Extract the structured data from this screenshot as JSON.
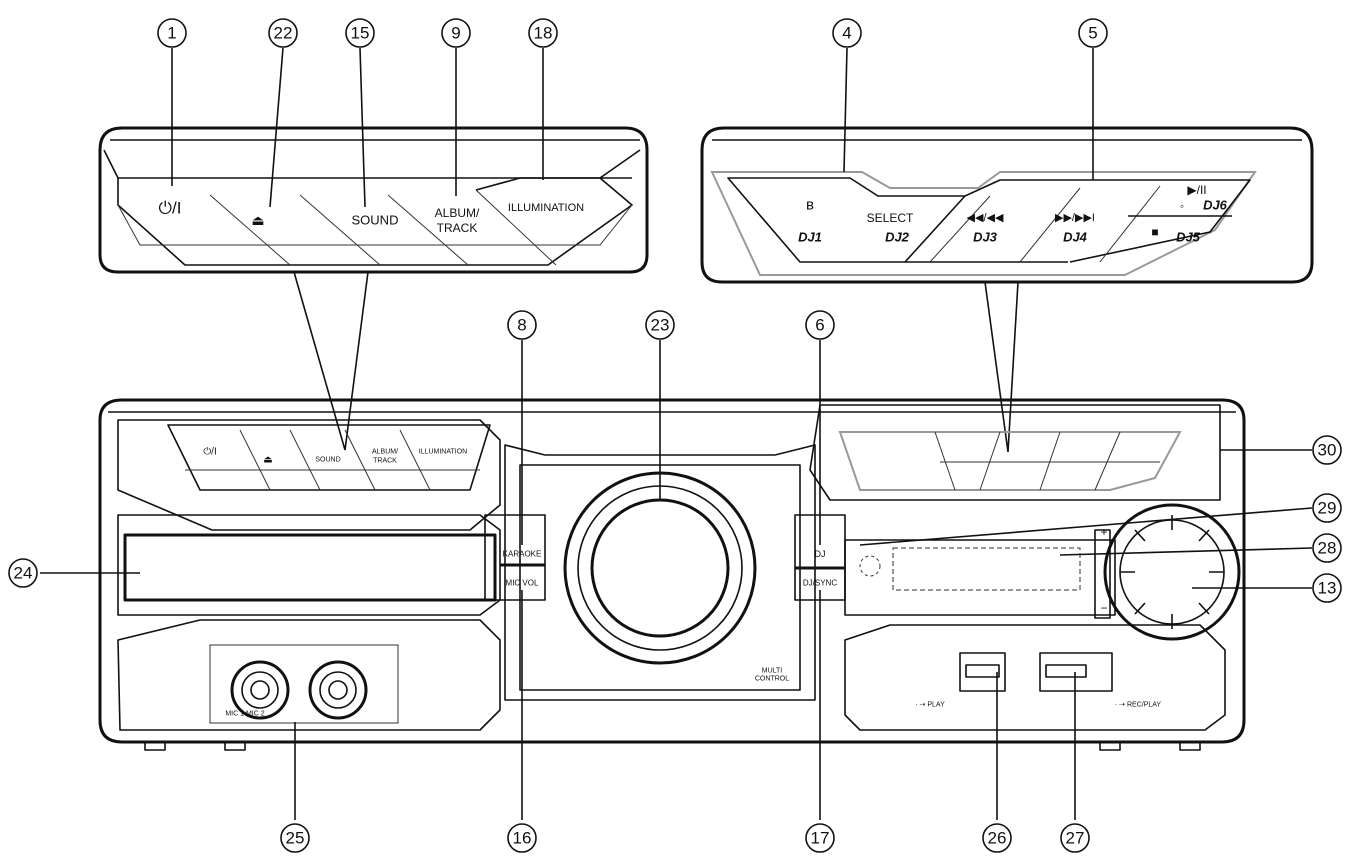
{
  "callouts": {
    "c1": "1",
    "c22": "22",
    "c15": "15",
    "c9": "9",
    "c18": "18",
    "c4": "4",
    "c5": "5",
    "c8": "8",
    "c23": "23",
    "c6": "6",
    "c30": "30",
    "c29": "29",
    "c28": "28",
    "c13": "13",
    "c24": "24",
    "c25": "25",
    "c16": "16",
    "c17": "17",
    "c26": "26",
    "c27": "27"
  },
  "top_left_panel": {
    "power": "⏻/I",
    "eject": "⏏",
    "sound": "SOUND",
    "album_line1": "ALBUM/",
    "album_line2": "TRACK",
    "illumination": "ILLUMINATION"
  },
  "top_right_panel": {
    "bt": "ʙ",
    "select": "SELECT",
    "dj1": "DJ1",
    "dj2": "DJ2",
    "dj3": "DJ3",
    "dj4": "DJ4",
    "dj5": "DJ5",
    "dj6": "DJ6",
    "rew": "◀◀/◀◀",
    "ff": "▶▶/▶▶I",
    "play": "▶/II",
    "stop": "■",
    "dot": "◦"
  },
  "front_panel": {
    "power": "⏻/I",
    "eject": "⏏",
    "sound": "SOUND",
    "album_line1": "ALBUM/",
    "album_line2": "TRACK",
    "illumination": "ILLUMINATION",
    "karaoke": "KARAOKE",
    "mic_vol": "MIC VOL",
    "dj": "DJ",
    "dj_sync": "DJ/SYNC",
    "multi_line1": "MULTI",
    "multi_line2": "CONTROL",
    "mic_label": "MIC 1 MIC 2",
    "usb_play": "· ⇢ PLAY",
    "usb_rec_play": "· ⇢ REC/PLAY",
    "plus": "+",
    "minus": "−"
  }
}
